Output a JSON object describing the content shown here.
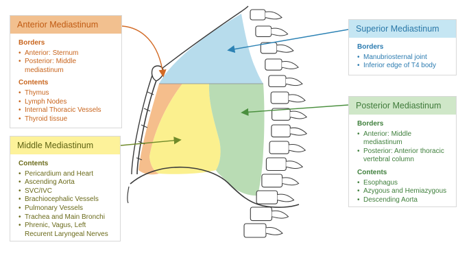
{
  "colors": {
    "anterior_fill": "#f5be8c",
    "middle_fill": "#fbf08e",
    "superior_fill": "#b7dcec",
    "posterior_fill": "#b9dcb4",
    "anterior_arrow": "#d26a25",
    "middle_arrow": "#6f8a2a",
    "superior_arrow": "#2c82b4",
    "posterior_arrow": "#4a8f3e",
    "outline": "#3a3a3a"
  },
  "cards": {
    "anterior": {
      "title": "Anterior Mediastinum",
      "borders_heading": "Borders",
      "borders": [
        "Anterior: Sternum",
        "Posterior: Middle mediastinum"
      ],
      "contents_heading": "Contents",
      "contents": [
        "Thymus",
        "Lymph Nodes",
        "Internal Thoracic Vessels",
        "Thyroid tissue"
      ]
    },
    "middle": {
      "title": "Middle Mediastinum",
      "contents_heading": "Contents",
      "contents": [
        "Pericardium and Heart",
        "Ascending Aorta",
        "SVC/IVC",
        "Brachiocephalic Vessels",
        "Pulmonary Vessels",
        "Trachea and Main Bronchi",
        "Phrenic, Vagus, Left Recurent Laryngeal Nerves"
      ]
    },
    "superior": {
      "title": "Superior Mediastinum",
      "borders_heading": "Borders",
      "borders": [
        "Manubriosternal joint",
        "Inferior edge of T4 body"
      ]
    },
    "posterior": {
      "title": "Posterior Mediastinum",
      "borders_heading": "Borders",
      "borders": [
        "Anterior: Middle mediastinum",
        "Posterior: Anterior thoracic vertebral column"
      ],
      "contents_heading": "Contents",
      "contents": [
        "Esophagus",
        "Azygous and Hemiazygous",
        "Descending Aorta"
      ]
    }
  }
}
